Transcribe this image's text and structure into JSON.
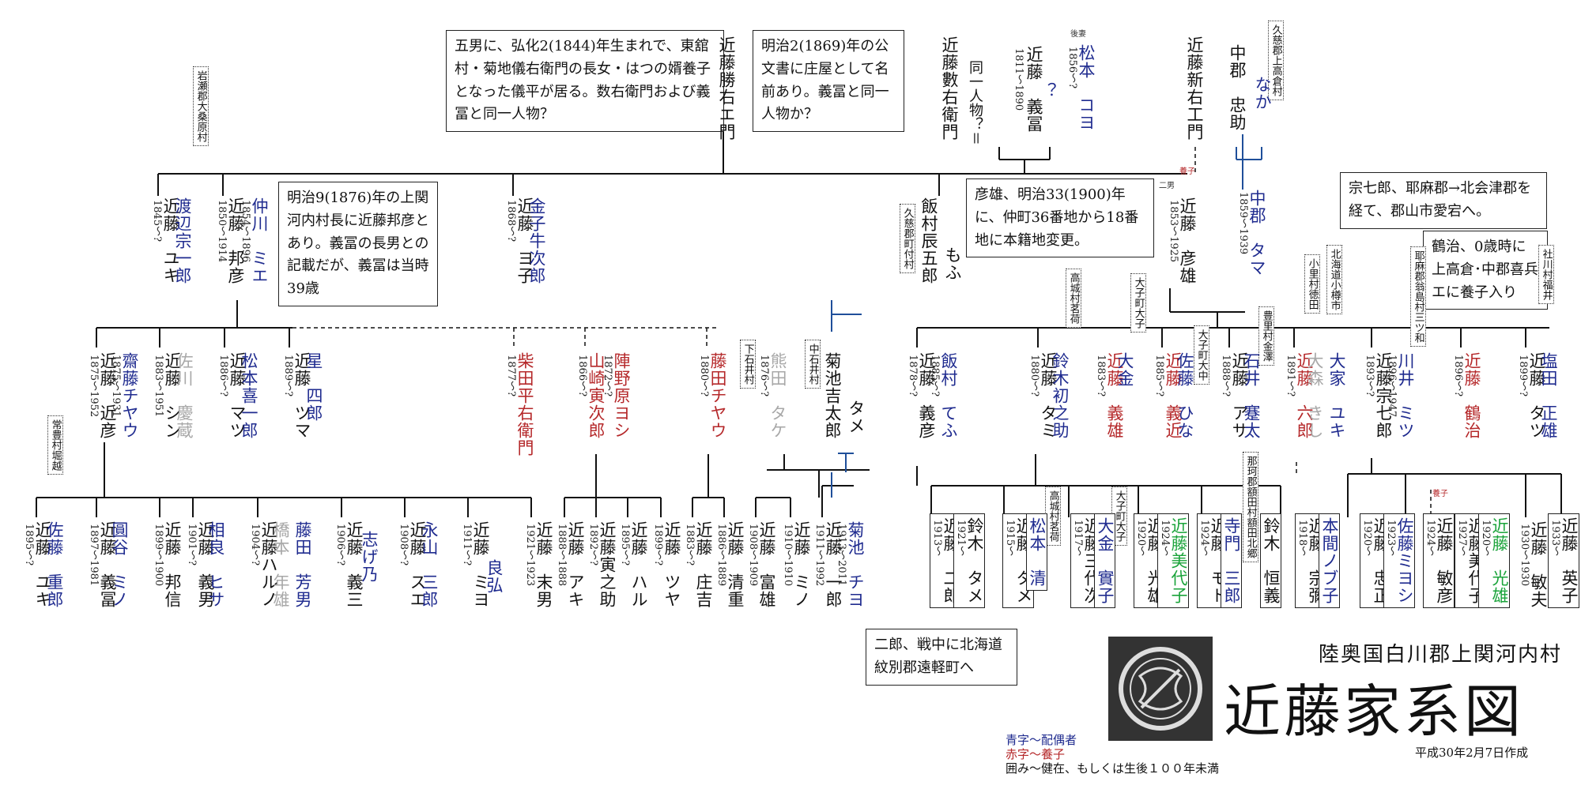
{
  "title": "近藤家系図",
  "subtitle": "陸奥国白川郡上関河内村",
  "created": "平成30年2月7日作成",
  "legend": {
    "blue": "青字～配偶者",
    "red": "赤字～養子",
    "box": "囲み～健在、もしくは生後１００年未満"
  },
  "notes": {
    "n1": "五男に、弘化2(1844)年生まれで、東舘村・菊地儀右衛門の長女・はつの婿養子となった儀平が居る。数右衛門および義冨と同一人物？",
    "n2": "明治2(1869)年の公文書に庄屋として名前あり。義冨と同一人物か？",
    "n3": "明治9(1876)年の上関河内村長に近藤邦彦とあり。義冨の長男との記載だが、義冨は当時39歳",
    "n4": "彦雄、明治33(1900)年に、仲町36番地から18番地に本籍地変更。",
    "n5": "宗七郎、耶麻郡→北会津郡を経て、郡山市愛宕へ。",
    "n6": "鶴治、0歳時に上高倉･中郡喜兵エに養子入り",
    "n7": "二郎、戦中に北海道紋別郡遠軽町へ",
    "same": "同一人物？＝"
  },
  "labels": {
    "gosai": "後妻",
    "yoshi": "養子",
    "jinan": "二男",
    "yoshi2": "養子"
  },
  "places": {
    "p1": "岩瀬郡大桑原村",
    "p2": "久慈郡上高倉村",
    "p3": "久慈郡町付村",
    "p4": "高城村茗荷",
    "p5": "大子町大子",
    "p6": "北海道小樽市",
    "p7": "小里村徳田",
    "p8": "大子町大中",
    "p9": "豊里村金澤",
    "p10": "耶麻郡翁島村三ツ和",
    "p11": "社川村福井",
    "p12": "常豊村堀越",
    "p13": "下石井村",
    "p14": "中石井村",
    "p15": "那珂郡額田村額田北郷",
    "p16": "高城村茗荷",
    "p17": "大子町大子"
  },
  "people": {
    "g1_kachi": {
      "name": "近藤勝右エ門"
    },
    "g1_kazu": {
      "name": "近藤數右衛門"
    },
    "g1_yoshitomi": {
      "name": "近藤　義冨",
      "dates": "1811～1890"
    },
    "g1_matsumoto": {
      "name": "松本　コヨ",
      "dates": "1856～?"
    },
    "g1_q": {
      "name": "？"
    },
    "g1_shin": {
      "name": "近藤新右工門"
    },
    "g1_chugun": {
      "name": "中郡　忠助"
    },
    "g1_naka": {
      "name": "なか"
    },
    "g2_yuki": {
      "name": "近藤　ユキ",
      "dates": "1845～?"
    },
    "g2_watanabe": {
      "name": "渡辺宗一郎"
    },
    "g2_kunihiko": {
      "name": "近藤　邦彦",
      "dates": "1850～1914"
    },
    "g2_nakagawa": {
      "name": "仲川　ミエ",
      "dates": "1854～1896"
    },
    "g2_yoko": {
      "name": "近藤　ヨ子",
      "dates": "1868～?"
    },
    "g2_kaneko": {
      "name": "金子牛次郎"
    },
    "g2_iimura": {
      "name": "飯村辰五郎"
    },
    "g2_mofu": {
      "name": "もふ"
    },
    "g2_hikoo": {
      "name": "近藤　彦雄",
      "dates": "1853～1925"
    },
    "g2_tama": {
      "name": "中郡　タマ",
      "dates": "1859～1939"
    },
    "g3_chikahiko": {
      "name": "近藤　近彦",
      "dates": "1875～1952"
    },
    "g3_saito": {
      "name": "齋藤チヤウ",
      "dates": "1875～1931"
    },
    "g3_shin": {
      "name": "近藤　シン",
      "dates": "1883～1951"
    },
    "g3_sagawa": {
      "name": "佐川　慶蔵"
    },
    "g3_matsu": {
      "name": "近藤　マツ",
      "dates": "1886～?"
    },
    "g3_matsumoto": {
      "name": "松本喜一郎"
    },
    "g3_tsuma": {
      "name": "近藤　ツマ",
      "dates": "1889～?"
    },
    "g3_hoshi": {
      "name": "星　四郎"
    },
    "g3_shibata": {
      "name": "柴田平右衛門",
      "dates": "1877～?"
    },
    "g3_yamazaki": {
      "name": "山崎寅次郎",
      "dates": "1866～?"
    },
    "g3_jinno": {
      "name": "陣野原ヨシ",
      "dates": "1872～?"
    },
    "g3_fujita": {
      "name": "藤田チヤウ",
      "dates": "1880～?"
    },
    "g3_kumata": {
      "name": "熊田　タケ",
      "dates": "1876～?"
    },
    "g3_kikuchi": {
      "name": "菊池吉太郎"
    },
    "g3_tame": {
      "name": "タメ"
    },
    "g3_yoshihiko": {
      "name": "近藤　義彦",
      "dates": "1878～?"
    },
    "g3_iimura": {
      "name": "飯村　てふ",
      "dates": "1885～?"
    },
    "g3_tami": {
      "name": "近藤　タミ",
      "dates": "1880～?"
    },
    "g3_suzuki": {
      "name": "鈴木初之助"
    },
    "g3_yoshio": {
      "name": "近藤　義雄",
      "dates": "1883～?"
    },
    "g3_ogane": {
      "name": "大金"
    },
    "g3_yoshina": {
      "name": "近藤　義近",
      "dates": "1885～?"
    },
    "g3_sato": {
      "name": "佐藤　ひな"
    },
    "g3_asa": {
      "name": "近藤　アサ",
      "dates": "1888～?"
    },
    "g3_ishii": {
      "name": "石井　蹇太"
    },
    "g3_rokuro": {
      "name": "近藤　六郎",
      "dates": "1891～?"
    },
    "g3_omori": {
      "name": "大森　きし"
    },
    "g3_oie": {
      "name": "大家　ユキ"
    },
    "g3_sohichiro": {
      "name": "近藤宗七郎",
      "dates": "1893～?"
    },
    "g3_kawai": {
      "name": "川井　ミツ",
      "dates": "1896～1947"
    },
    "g3_tsuruji": {
      "name": "近藤　鶴治",
      "dates": "1896～?"
    },
    "g3_tatsu": {
      "name": "近藤　タツ",
      "dates": "1899～?"
    },
    "g3_shiota": {
      "name": "塩田　正雄"
    },
    "g4_yuki": {
      "name": "近藤　ユキ",
      "dates": "1895～?"
    },
    "g4_sato": {
      "name": "佐藤　重郎"
    },
    "g4_yoshitomi": {
      "name": "近藤　義冨",
      "dates": "1897～1981"
    },
    "g4_enya": {
      "name": "圓谷　ミノ"
    },
    "g4_kunin": {
      "name": "近藤　邦信",
      "dates": "1899～1900"
    },
    "g4_yoshio": {
      "name": "近藤　義男",
      "dates": "1901～?"
    },
    "g4_aira": {
      "name": "相良　ヒサ"
    },
    "g4_haruno": {
      "name": "近藤ハルノ",
      "dates": "1904～?"
    },
    "g4_hashimoto": {
      "name": "橋本　年雄"
    },
    "g4_fujita": {
      "name": "藤田　芳男"
    },
    "g4_yoshizo": {
      "name": "近藤　義三",
      "dates": "1906～?"
    },
    "g4_shigeno": {
      "name": "志げ乃"
    },
    "g4_sue": {
      "name": "近藤　スエ",
      "dates": "1908～?"
    },
    "g4_nagayama": {
      "name": "永山　三郎"
    },
    "g4_miyo": {
      "name": "近藤　ミヨ",
      "dates": "1911～?"
    },
    "g4_ryoko": {
      "name": "良弘"
    },
    "g4_sueo": {
      "name": "近藤　末男",
      "dates": "1921～1923"
    },
    "g4_aki": {
      "name": "近藤　アキ",
      "dates": "1888～1888"
    },
    "g4_toranosuke": {
      "name": "近藤寅之助",
      "dates": "1892～?"
    },
    "g4_haru": {
      "name": "近藤　ハル",
      "dates": "1895～?"
    },
    "g4_tsuya": {
      "name": "近藤　ツヤ",
      "dates": "1899～?"
    },
    "g4_shokichi": {
      "name": "近藤　庄吉",
      "dates": "1883～?"
    },
    "g4_seiju": {
      "name": "近藤　清重",
      "dates": "1886～1889"
    },
    "g4_tomio": {
      "name": "近藤　富雄",
      "dates": "1908～1909"
    },
    "g4_mino": {
      "name": "近藤　ミノ",
      "dates": "1910～1910"
    },
    "g4_ichiro": {
      "name": "近藤　一郎",
      "dates": "1911～1992"
    },
    "g4_kikuchi": {
      "name": "菊池　チヨ",
      "dates": "1913～2011"
    },
    "g4_jiro": {
      "name": "近藤　二郎",
      "dates": "1913～"
    },
    "g4_suzuki_tame": {
      "name": "鈴木　タメ",
      "dates": "1921～"
    },
    "g4_tame": {
      "name": "近藤　タメ",
      "dates": "1915～"
    },
    "g4_matsumoto": {
      "name": "松本　清"
    },
    "g4_sandaiji": {
      "name": "近藤三代次",
      "dates": "1917～"
    },
    "g4_ogane": {
      "name": "大金　實子"
    },
    "g4_mitsuo": {
      "name": "近藤　光雄",
      "dates": "1920～"
    },
    "g4_miyoko": {
      "name": "近藤美代子",
      "dates": "1924～"
    },
    "g4_moto": {
      "name": "近藤　モト",
      "dates": "1924～"
    },
    "g4_terakado": {
      "name": "寺門　三郎"
    },
    "g4_suzuki_tsune": {
      "name": "鈴木　恒義"
    },
    "g4_soyaku": {
      "name": "近藤　宗彌",
      "dates": "1918～"
    },
    "g4_honma": {
      "name": "本間ノブ子"
    },
    "g4_tadamasa": {
      "name": "近藤　忠正",
      "dates": "1920～"
    },
    "g4_sato_miyoshi": {
      "name": "佐藤ミヨシ",
      "dates": "1923～"
    },
    "g4_toshihiko": {
      "name": "近藤　敏彦",
      "dates": "1924～"
    },
    "g4_miyoko2": {
      "name": "近藤美代子",
      "dates": "1927～"
    },
    "g4_mitsuo2": {
      "name": "近藤　光雄",
      "dates": "1920～"
    },
    "g4_toshio": {
      "name": "近藤　敏夫",
      "dates": "1930～1930"
    },
    "g4_eiko": {
      "name": "近藤　英子",
      "dates": "1933～"
    }
  }
}
